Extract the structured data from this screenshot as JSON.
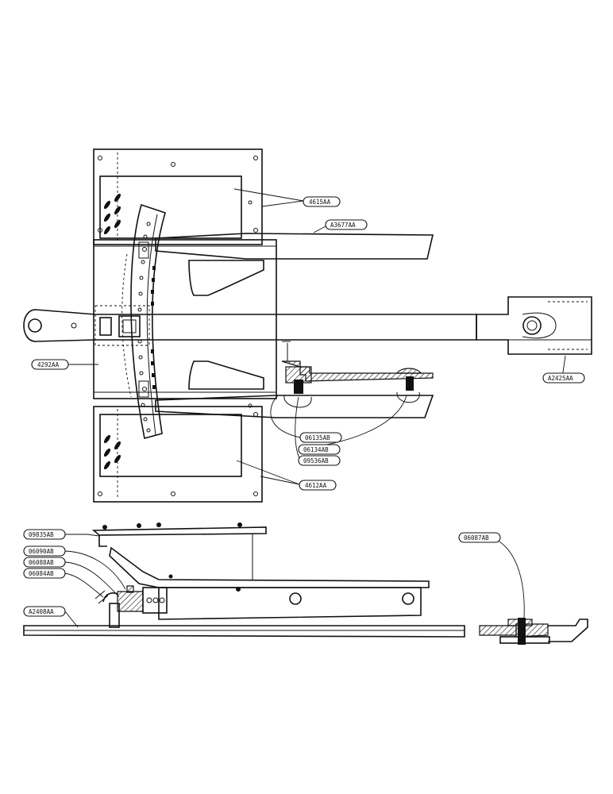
{
  "callouts": {
    "c4615AA": "4615AA",
    "cA3677AA": "A3677AA",
    "c4292AA": "4292AA",
    "cA2425AA": "A2425AA",
    "c06135AB": "06135AB",
    "c06134AB": "06134AB",
    "c09536AB": "09536AB",
    "c4612AA": "4612AA",
    "c09835AB": "09835AB",
    "c06090AB": "06090AB",
    "c06088AB": "06088AB",
    "c06084AB": "06084AB",
    "cA2408AA": "A2408AA",
    "c06087AB": "06087AB"
  },
  "colors": {
    "ink": "#111111",
    "paper": "#ffffff"
  }
}
